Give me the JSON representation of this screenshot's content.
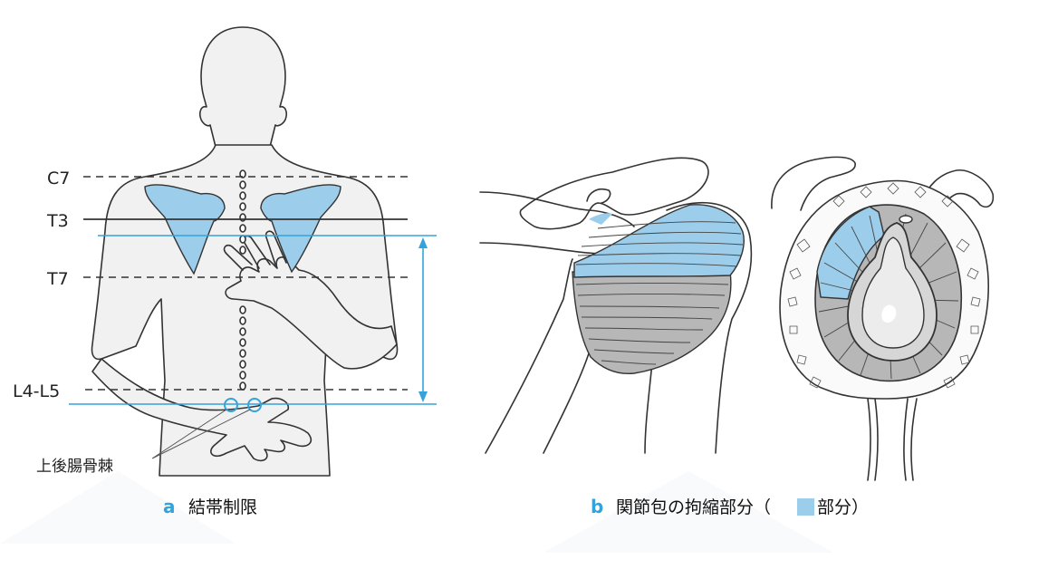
{
  "colors": {
    "accent": "#33a3dc",
    "highlight": "#9ccdeb",
    "capsule_gray": "#b7b7b7",
    "outline": "#333333"
  },
  "panel_a": {
    "levels": {
      "c7": "C7",
      "t3": "T3",
      "t7": "T7",
      "l4l5": "L4-L5"
    },
    "psis_label": "上後腸骨棘",
    "caption_letter": "a",
    "caption_text": "結帯制限"
  },
  "panel_b": {
    "caption_letter": "b",
    "caption_text_before": "関節包の拘縮部分（",
    "caption_text_after": "部分）"
  }
}
